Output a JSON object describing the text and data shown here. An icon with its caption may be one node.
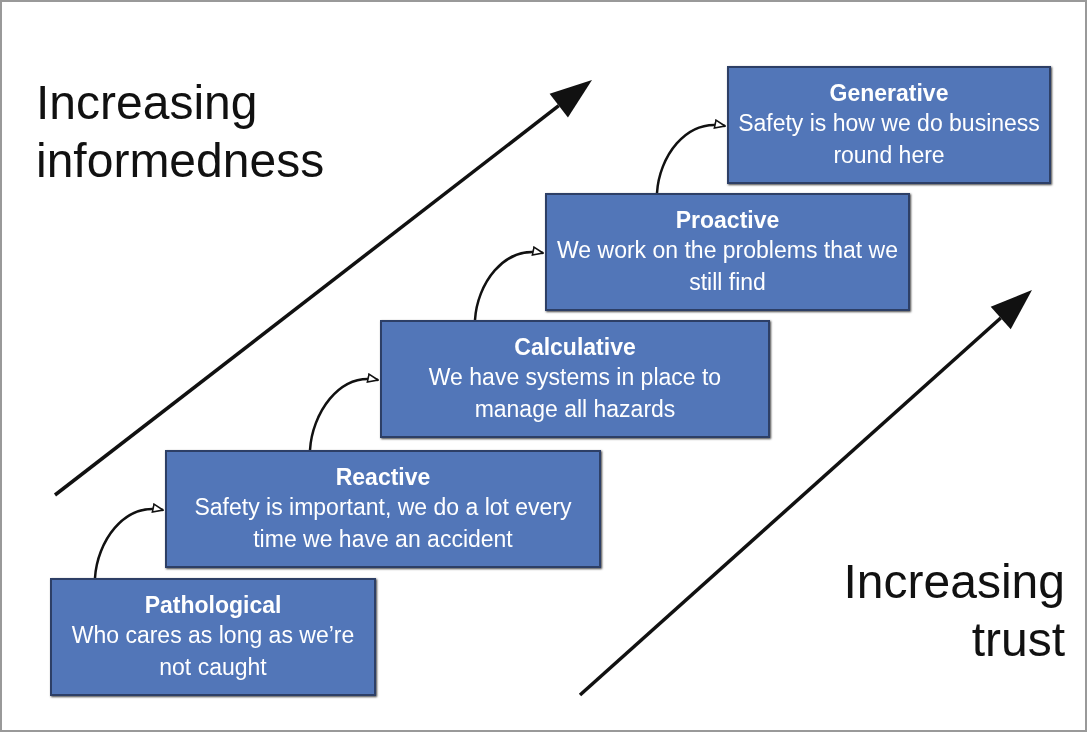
{
  "diagram": {
    "nodes": [
      {
        "text": [
          "Pathological",
          "Who cares as long as we’re not caught"
        ]
      },
      {
        "text": [
          "Reactive",
          "Safety is important, we do a lot every time we have an accident"
        ]
      },
      {
        "text": [
          "Calculative",
          "We have systems in place to manage all hazards"
        ]
      },
      {
        "text": [
          "Proactive",
          "We work on the problems that we still find"
        ]
      },
      {
        "text": [
          "Generative",
          "Safety is how we do business round here"
        ]
      }
    ],
    "edges": [
      {
        "from": 0,
        "to": 1,
        "arrow": "to"
      },
      {
        "from": 1,
        "to": 2,
        "arrow": "to"
      },
      {
        "from": 2,
        "to": 3,
        "arrow": "to"
      },
      {
        "from": 3,
        "to": 4,
        "arrow": "to"
      }
    ],
    "labels": [
      "Increasing informedness",
      "Increasing trust"
    ]
  }
}
